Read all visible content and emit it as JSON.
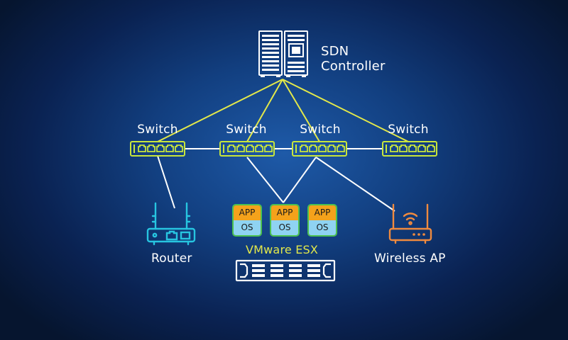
{
  "controller": {
    "line1": "SDN",
    "line2": "Controller"
  },
  "switches": [
    {
      "label": "Switch"
    },
    {
      "label": "Switch"
    },
    {
      "label": "Switch"
    },
    {
      "label": "Switch"
    }
  ],
  "router": {
    "label": "Router"
  },
  "wireless_ap": {
    "label": "Wireless AP"
  },
  "esx": {
    "label": "VMware ESX",
    "vms": [
      {
        "app": "APP",
        "os": "OS"
      },
      {
        "app": "APP",
        "os": "OS"
      },
      {
        "app": "APP",
        "os": "OS"
      }
    ]
  },
  "colors": {
    "control_link": "#e3e84a",
    "data_link": "#ffffff",
    "switch_outline": "#c8e63c",
    "router": "#27c5e0",
    "wireless_ap": "#f08a3e",
    "vm_border": "#4cc14f",
    "app_fill": "#f4a21b",
    "os_fill": "#8fd3f2",
    "esx_label": "#e3e84a"
  }
}
